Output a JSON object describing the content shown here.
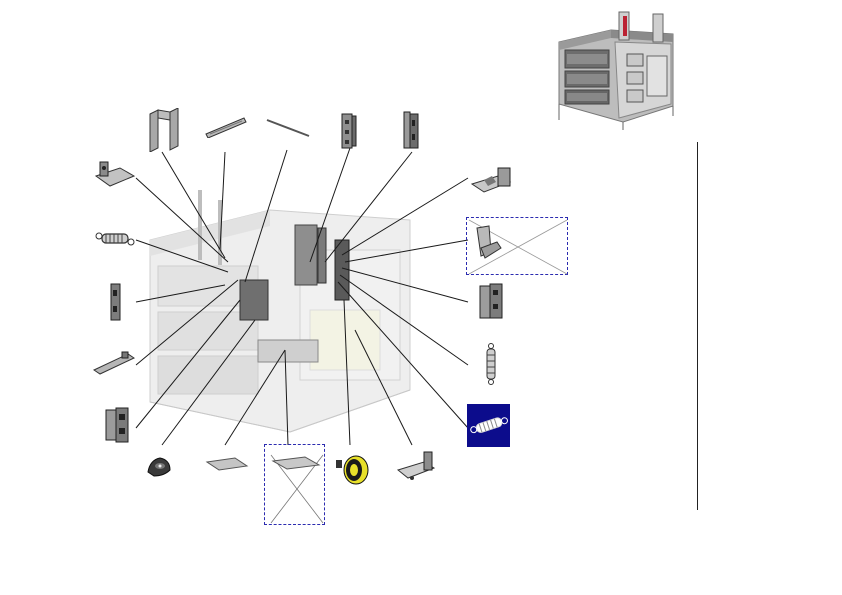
{
  "diagram": {
    "type": "exploded-parts-diagram",
    "labels": [],
    "parts": [
      {
        "name": "bracket-u-channel",
        "shape": "u-channel"
      },
      {
        "name": "rail-short",
        "shape": "rail"
      },
      {
        "name": "rod-thin",
        "shape": "rod"
      },
      {
        "name": "hinge-bracket-a",
        "shape": "hinge"
      },
      {
        "name": "hinge-bracket-b",
        "shape": "hinge"
      },
      {
        "name": "mount-plate-left",
        "shape": "plate"
      },
      {
        "name": "spring-left",
        "shape": "spring"
      },
      {
        "name": "clip-left",
        "shape": "clip"
      },
      {
        "name": "rail-lower-left",
        "shape": "rail"
      },
      {
        "name": "hinge-bracket-c",
        "shape": "hinge"
      },
      {
        "name": "cam-knob",
        "shape": "knob"
      },
      {
        "name": "flat-plate",
        "shape": "plate"
      },
      {
        "name": "plate-placeholder",
        "shape": "placeholder"
      },
      {
        "name": "roller-spool",
        "shape": "roller"
      },
      {
        "name": "mount-bracket-bottom",
        "shape": "bracket"
      },
      {
        "name": "corner-bracket-right",
        "shape": "bracket"
      },
      {
        "name": "bracket-placeholder-right",
        "shape": "placeholder"
      },
      {
        "name": "hinge-bracket-right",
        "shape": "hinge"
      },
      {
        "name": "spring-right",
        "shape": "spring"
      },
      {
        "name": "spring-selected",
        "shape": "spring",
        "selected": true
      }
    ],
    "colors": {
      "line": "#1a1a1a",
      "placeholder_border": "#2b2bb0",
      "selected_bg": "#0c0c8c",
      "roller_accent": "#e8e02a",
      "ghost_frame": "#d9d9d9"
    }
  }
}
